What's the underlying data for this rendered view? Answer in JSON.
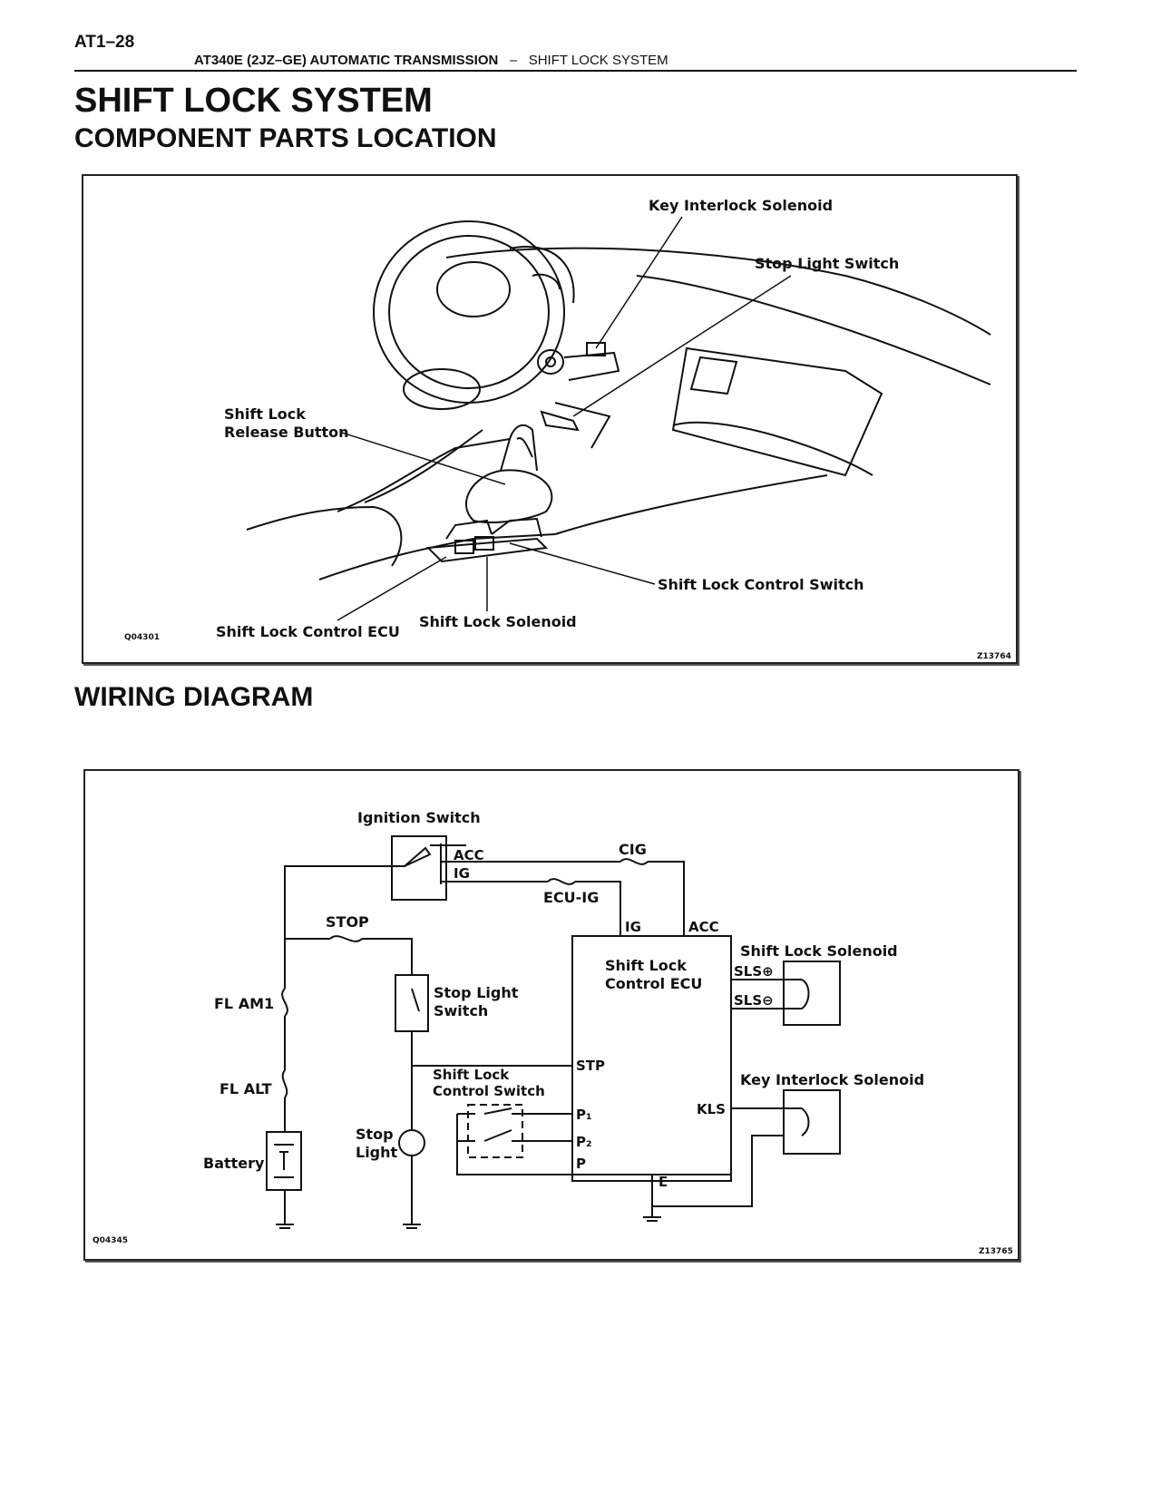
{
  "header": {
    "page_number": "AT1–28",
    "section_bold": "AT340E (2JZ–GE) AUTOMATIC TRANSMISSION",
    "separator": "–",
    "section_normal": "SHIFT LOCK SYSTEM"
  },
  "titles": {
    "main": "SHIFT LOCK SYSTEM",
    "component_location": "COMPONENT PARTS LOCATION",
    "wiring_diagram": "WIRING DIAGRAM"
  },
  "component_figure": {
    "labels": {
      "key_interlock_solenoid": "Key Interlock Solenoid",
      "stop_light_switch": "Stop Light Switch",
      "shift_lock_release_button_line1": "Shift Lock",
      "shift_lock_release_button_line2": "Release Button",
      "shift_lock_control_switch": "Shift Lock Control Switch",
      "shift_lock_solenoid": "Shift Lock Solenoid",
      "shift_lock_control_ecu": "Shift Lock Control ECU"
    },
    "code_left": "Q04301",
    "code_right": "Z13764"
  },
  "wiring_figure": {
    "labels": {
      "ignition_switch": "Ignition Switch",
      "acc": "ACC",
      "ig": "IG",
      "cig": "CIG",
      "ecu_ig": "ECU-IG",
      "stop": "STOP",
      "ecu_ig_pin": "IG",
      "ecu_acc_pin": "ACC",
      "ecu_line1": "Shift Lock",
      "ecu_line2": "Control ECU",
      "shift_lock_solenoid": "Shift Lock Solenoid",
      "sls_plus": "SLS⊕",
      "sls_minus": "SLS⊖",
      "fl_am1": "FL AM1",
      "stop_light_switch_line1": "Stop Light",
      "stop_light_switch_line2": "Switch",
      "stp": "STP",
      "slcs_line1": "Shift Lock",
      "slcs_line2": "Control Switch",
      "fl_alt": "FL ALT",
      "key_interlock_solenoid": "Key Interlock Solenoid",
      "kls": "KLS",
      "p1": "P₁",
      "p2": "P₂",
      "p": "P",
      "e": "E",
      "stop_light_line1": "Stop",
      "stop_light_line2": "Light",
      "battery": "Battery"
    },
    "code_left": "Q04345",
    "code_right": "Z13765"
  }
}
